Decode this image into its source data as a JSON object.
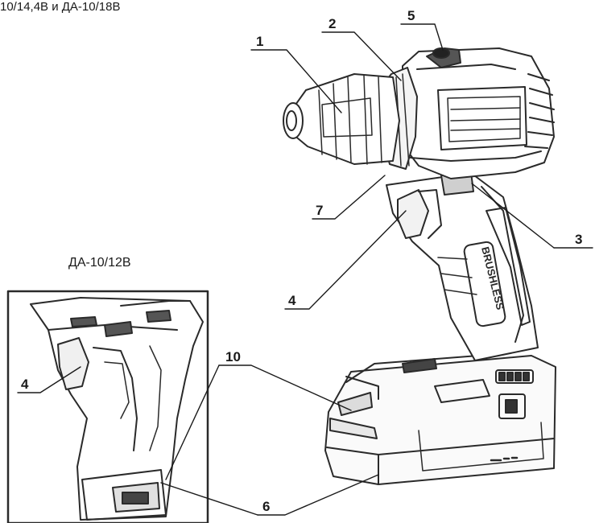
{
  "header_text": "10/14,4В и ДА-10/18В",
  "inset_title": "ДА-10/12В",
  "housing_text": "BRUSHLESS",
  "callouts": {
    "c1": "1",
    "c2": "2",
    "c3": "3",
    "c4_main": "4",
    "c4_inset": "4",
    "c5": "5",
    "c6": "6",
    "c7": "7",
    "c10": "10"
  }
}
